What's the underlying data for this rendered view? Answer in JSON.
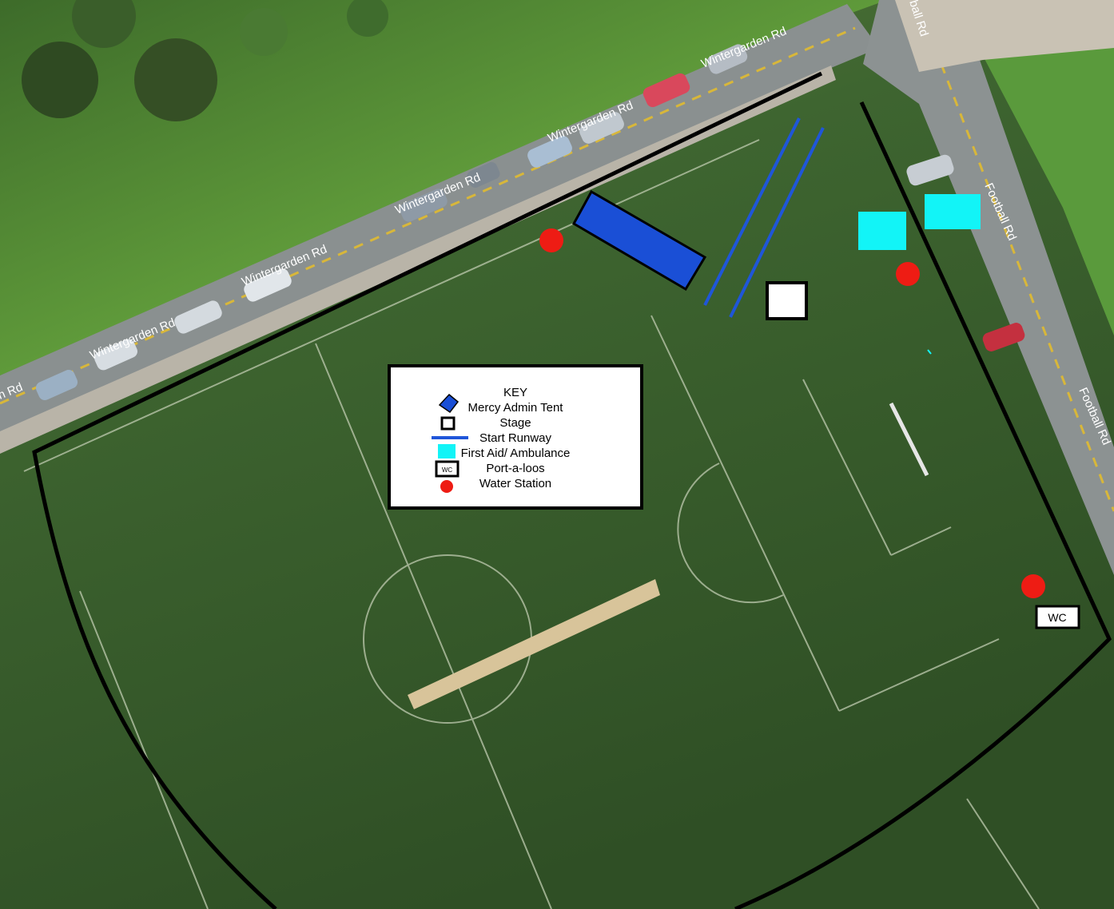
{
  "map": {
    "road_labels": {
      "wintergarden": "Wintergarden Rd",
      "wintergarden_partial": "n Rd",
      "football": "Football Rd",
      "football_partial": "ball Rd"
    },
    "wc_label": "WC",
    "colors": {
      "admin_tent": "#1a4fd6",
      "runway": "#1f56d9",
      "first_aid": "#12f4f7",
      "water": "#ee1c14",
      "boundary": "#000000",
      "grass": "#3f6b2f",
      "road": "#7f8686"
    }
  },
  "key": {
    "title": "KEY",
    "items": [
      {
        "label": "Mercy Admin Tent",
        "icon": "blue-diamond-icon"
      },
      {
        "label": "Stage",
        "icon": "black-square-outline-icon"
      },
      {
        "label": "Start Runway",
        "icon": "blue-line-icon"
      },
      {
        "label": "First Aid/ Ambulance",
        "icon": "cyan-square-icon"
      },
      {
        "label": "Port-a-loos",
        "icon": "wc-box-icon"
      },
      {
        "label": "Water Station",
        "icon": "red-dot-icon"
      }
    ],
    "wc_icon_text": "WC"
  }
}
